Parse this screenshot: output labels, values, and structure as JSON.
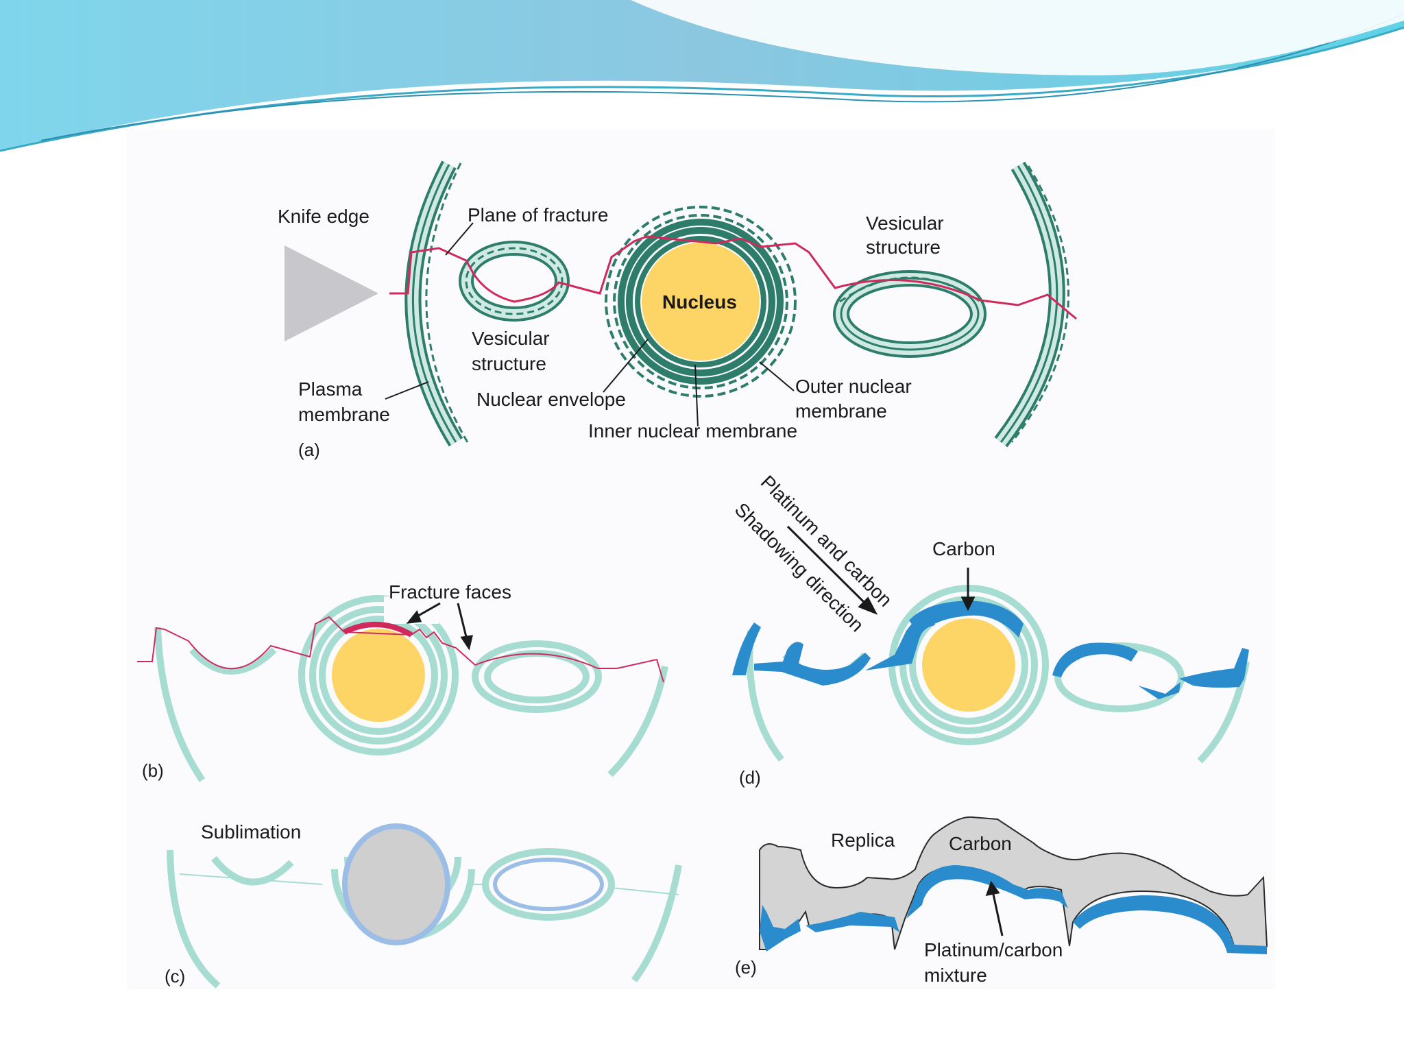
{
  "panel_a": {
    "letter": "(a)",
    "knife_edge": "Knife edge",
    "plane_of_fracture": "Plane of fracture",
    "vesicular_left": [
      "Vesicular",
      "structure"
    ],
    "vesicular_right": [
      "Vesicular",
      "structure"
    ],
    "nucleus": "Nucleus",
    "plasma_membrane": [
      "Plasma",
      "membrane"
    ],
    "nuclear_envelope": "Nuclear envelope",
    "outer_nuclear_membrane": [
      "Outer nuclear",
      "membrane"
    ],
    "inner_nuclear_membrane": "Inner nuclear membrane"
  },
  "panel_b": {
    "letter": "(b)",
    "fracture_faces": "Fracture faces"
  },
  "panel_c": {
    "letter": "(c)",
    "sublimation": "Sublimation"
  },
  "panel_d": {
    "letter": "(d)",
    "platinum_and_carbon": "Platinum and carbon",
    "shadowing_direction": "Shadowing direction",
    "carbon": "Carbon"
  },
  "panel_e": {
    "letter": "(e)",
    "replica": "Replica",
    "carbon": "Carbon",
    "mixture": [
      "Platinum/carbon",
      "mixture"
    ]
  },
  "colors": {
    "membrane_dark": "#2e7d6b",
    "membrane_light": "#a6dcd2",
    "nucleus": "#fcd566",
    "fracture_line": "#d02a5c",
    "platinum": "#2a8ccd",
    "replica_gray": "#d4d4d4",
    "knife": "#c8c8cc",
    "header_teal": "#5fc8e0"
  }
}
